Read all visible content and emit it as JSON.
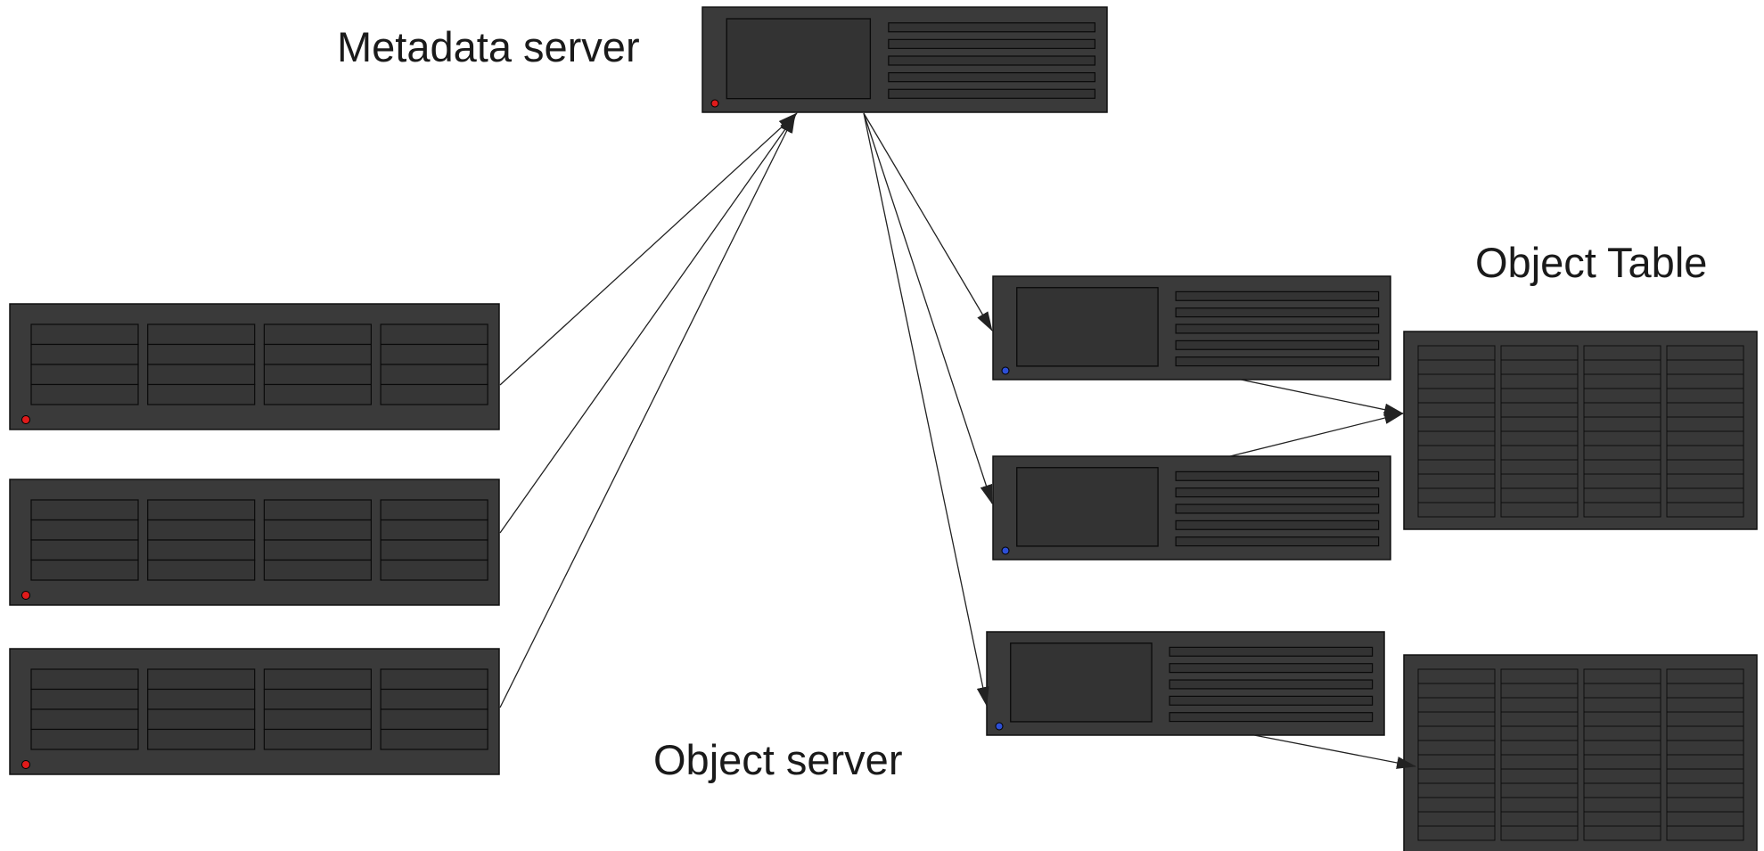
{
  "labels": {
    "metadata_server": "Metadata server",
    "object_table": "Object Table",
    "object_server": "Object server"
  },
  "colors": {
    "device_body": "#3a3a3a",
    "device_border": "#111111",
    "client_led": "#e01b1b",
    "object_server_led": "#2d4fd6",
    "arrow": "#222222"
  },
  "icons": {
    "client_storage": "disk-shelf-icon",
    "metadata_server": "rack-server-icon",
    "object_server": "rack-server-icon",
    "object_table": "storage-array-icon"
  },
  "counts": {
    "client_storage_units": 3,
    "object_servers": 3,
    "object_tables": 2
  }
}
